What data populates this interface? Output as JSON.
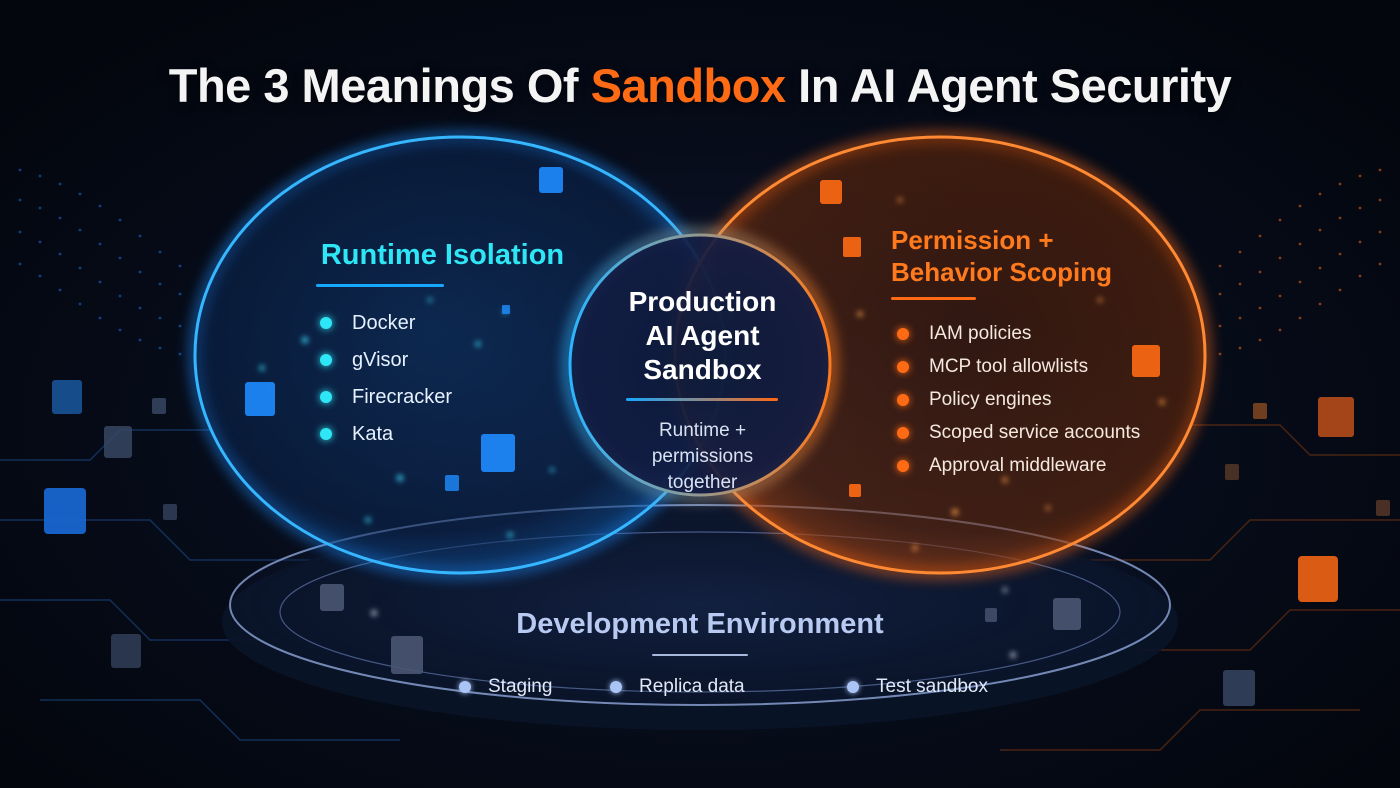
{
  "title": {
    "before": "The 3 Meanings Of ",
    "accent": "Sandbox",
    "after": " In AI Agent Security"
  },
  "runtime_isolation": {
    "heading": "Runtime Isolation",
    "items": [
      "Docker",
      "gVisor",
      "Firecracker",
      "Kata"
    ]
  },
  "permission_scoping": {
    "heading_line1": "Permission +",
    "heading_line2": "Behavior Scoping",
    "items": [
      "IAM policies",
      "MCP tool allowlists",
      "Policy engines",
      "Scoped service accounts",
      "Approval middleware"
    ]
  },
  "production_sandbox": {
    "title_line1": "Production",
    "title_line2": "AI Agent",
    "title_line3": "Sandbox",
    "sub_line1": "Runtime +",
    "sub_line2": "permissions",
    "sub_line3": "together"
  },
  "development_environment": {
    "heading": "Development Environment",
    "items": [
      "Staging",
      "Replica data",
      "Test sandbox"
    ]
  },
  "colors": {
    "blue_accent": "#2ee6f5",
    "orange_accent": "#ff6a14",
    "background": "#050913"
  }
}
